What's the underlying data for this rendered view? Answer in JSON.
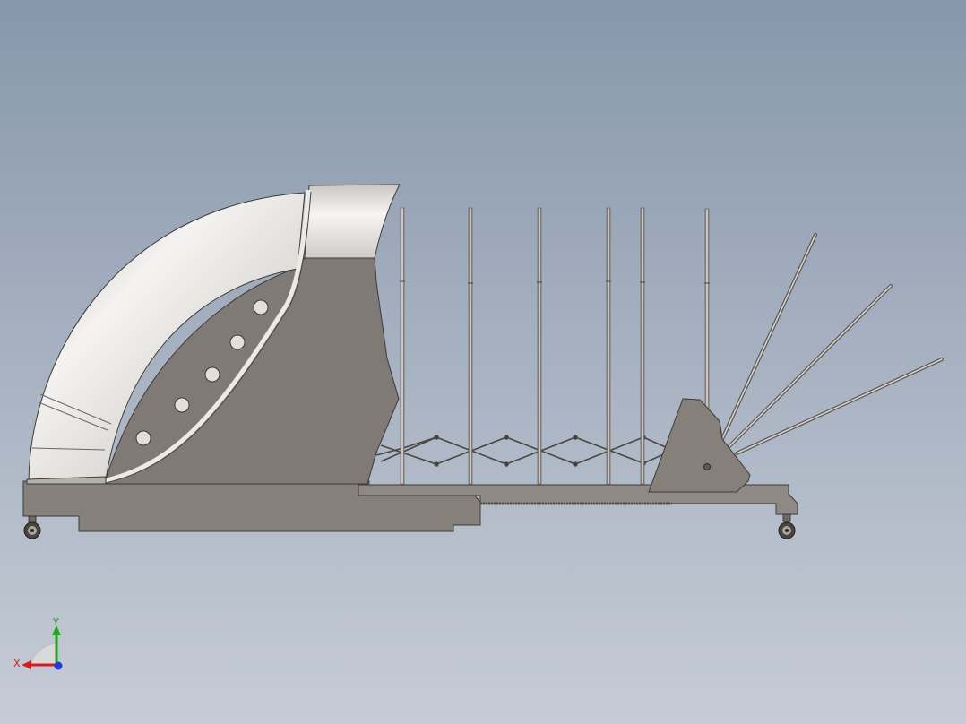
{
  "viewport": {
    "background_top": "#8797ab",
    "background_bottom": "#c6ccd6"
  },
  "triad": {
    "x_label": "X",
    "y_label": "Y",
    "x_color": "#d21e1e",
    "y_color": "#1fa51f",
    "z_color": "#1e3cd2"
  },
  "model": {
    "body_color": "#7f7a76",
    "hood_color": "#e2e0dd",
    "frame_color": "#8c8782",
    "mast_count": 6,
    "angled_rod_count": 3,
    "wheel_count": 2
  }
}
